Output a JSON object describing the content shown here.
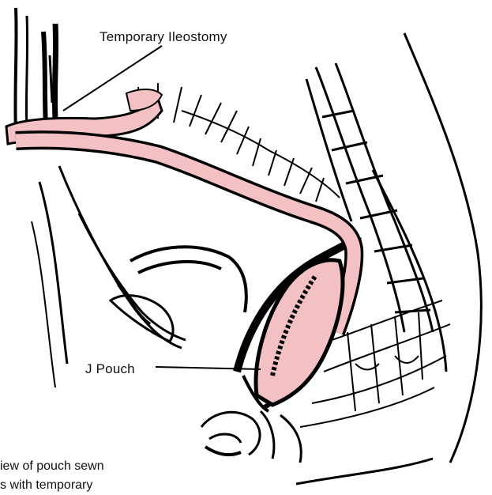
{
  "labels": {
    "temporary_ileostomy": "Temporary Ileostomy",
    "j_pouch": "J Pouch"
  },
  "caption": {
    "line1": "iew of pouch sewn",
    "line2": "s with temporary"
  },
  "colors": {
    "intestine": "#f3c1c4",
    "ink": "#000000",
    "background": "#ffffff"
  }
}
